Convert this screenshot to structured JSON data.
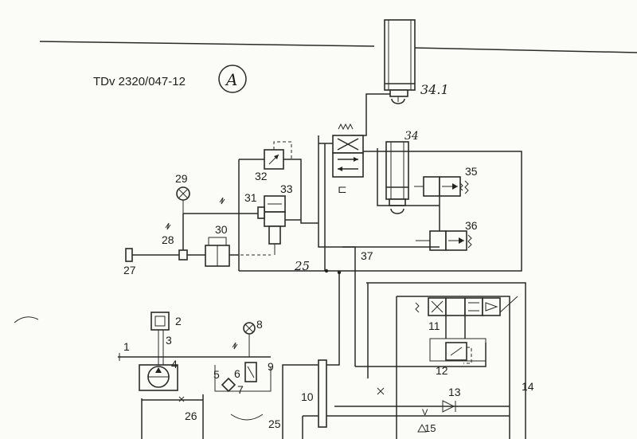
{
  "drawing": {
    "doc_number": "TDv 2320/047-12",
    "sheet_mark": "A"
  },
  "labels": {
    "l1": "1",
    "l2": "2",
    "l3": "3",
    "l4": "4",
    "l5": "5",
    "l6": "6",
    "l7": "7",
    "l8": "8",
    "l9": "9",
    "l10": "10",
    "l11": "11",
    "l12": "12",
    "l13": "13",
    "l14": "14",
    "l15": "15",
    "l25a": "25",
    "l25b": "25",
    "l26": "26",
    "l27": "27",
    "l28": "28",
    "l29": "29",
    "l30": "30",
    "l31": "31",
    "l32": "32",
    "l33": "33",
    "l34": "34",
    "l34_1": "34.1",
    "l35": "35",
    "l36": "36",
    "l37": "37"
  }
}
